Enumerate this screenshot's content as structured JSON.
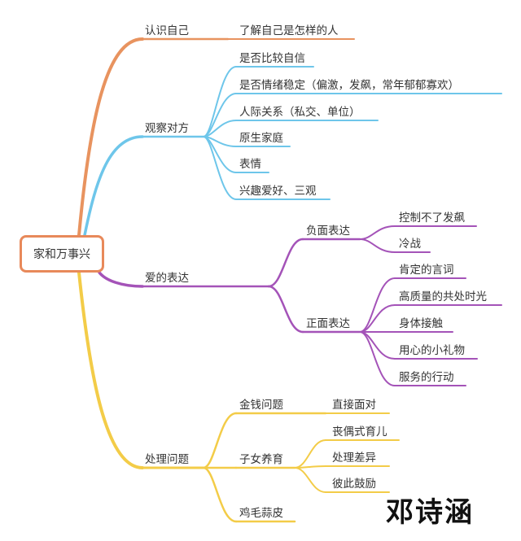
{
  "root": "家和万事兴",
  "colors": {
    "orange": "#E8935F",
    "blue": "#6EC6EA",
    "purple": "#A453B8",
    "yellow": "#F3CC48",
    "root_border": "#E8895A"
  },
  "branches": {
    "self": {
      "label": "认识自己",
      "child": "了解自己是怎样的人"
    },
    "observe": {
      "label": "观察对方",
      "children": [
        "是否比较自信",
        "是否情绪稳定（偏激，发飙，常年郁郁寡欢）",
        "人际关系（私交、单位）",
        "原生家庭",
        "表情",
        "兴趣爱好、三观"
      ]
    },
    "love": {
      "label": "爱的表达",
      "negative": {
        "label": "负面表达",
        "children": [
          "控制不了发飙",
          "冷战"
        ]
      },
      "positive": {
        "label": "正面表达",
        "children": [
          "肯定的言词",
          "高质量的共处时光",
          "身体接触",
          "用心的小礼物",
          "服务的行动"
        ]
      }
    },
    "problems": {
      "label": "处理问题",
      "money": {
        "label": "金钱问题",
        "child": "直接面对"
      },
      "kids": {
        "label": "子女养育",
        "children": [
          "丧偶式育儿",
          "处理差异",
          "彼此鼓励"
        ]
      },
      "trivia": {
        "label": "鸡毛蒜皮"
      }
    }
  },
  "signature": "邓诗涵"
}
